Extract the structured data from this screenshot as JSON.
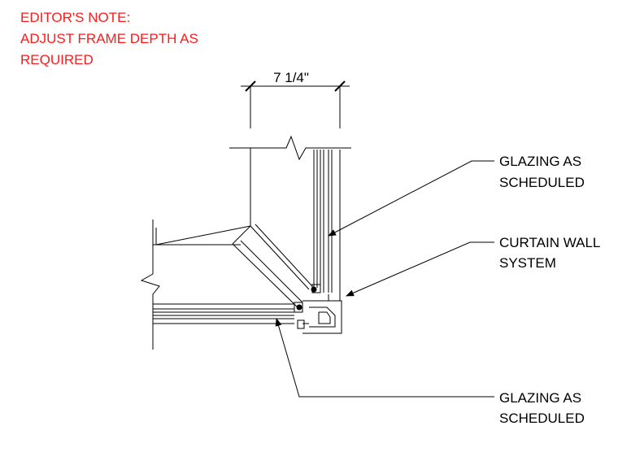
{
  "editors_note": {
    "lines": [
      "EDITOR'S NOTE:",
      "ADJUST FRAME DEPTH AS",
      "REQUIRED"
    ],
    "color": "#ff1a1a"
  },
  "dimension": {
    "text": "7 1/4\""
  },
  "callouts": [
    {
      "lines": [
        "GLAZING AS",
        "SCHEDULED"
      ]
    },
    {
      "lines": [
        "CURTAIN WALL",
        "SYSTEM"
      ]
    },
    {
      "lines": [
        "GLAZING AS",
        "SCHEDULED"
      ]
    }
  ]
}
